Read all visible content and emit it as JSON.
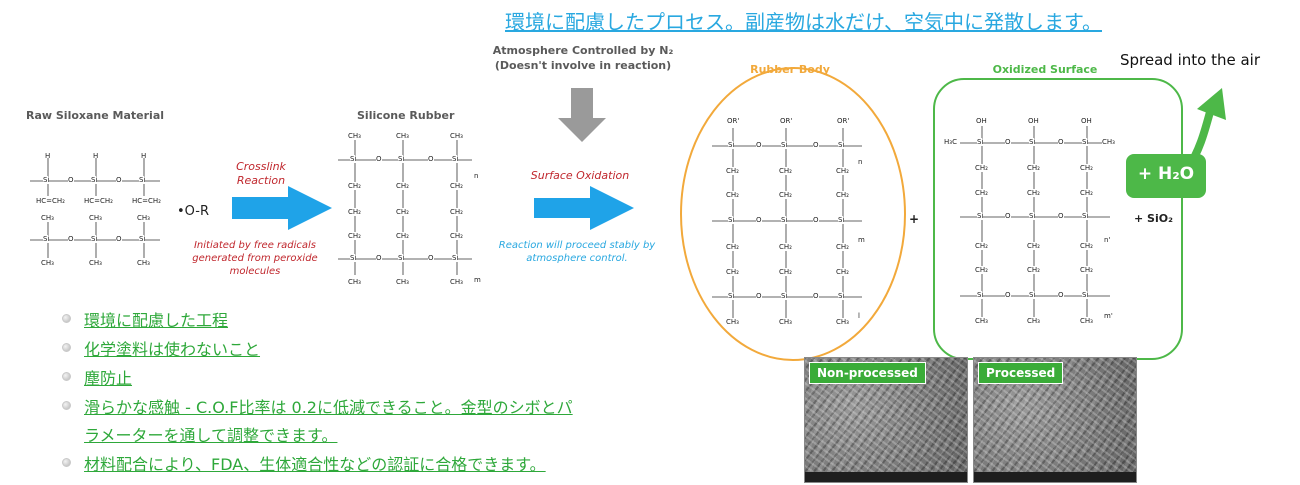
{
  "header": {
    "title": "環境に配慮したプロセス。副産物は水だけ、空気中に発散します。",
    "spread_label": "Spread into the air"
  },
  "stage_raw": {
    "label": "Raw Siloxane Material",
    "radical": "•O-R"
  },
  "arrow_crosslink": {
    "label": "Crosslink Reaction",
    "note": "Initiated by free radicals generated from peroxide molecules"
  },
  "stage_silicone": {
    "label": "Silicone Rubber"
  },
  "atmosphere": {
    "label": "Atmosphere Controlled by N₂",
    "sublabel": "(Doesn't involve in reaction)"
  },
  "arrow_oxidation": {
    "label": "Surface Oxidation",
    "note": "Reaction will proceed stably by atmosphere control."
  },
  "rubber_body": {
    "label": "Rubber Body"
  },
  "oxidized_surface": {
    "label": "Oxidized Surface"
  },
  "plus": "+",
  "water": "+ H₂O",
  "silica": "+ SiO₂",
  "chem_text": {
    "h": "H",
    "si": "Si",
    "o": "O",
    "vinyl": "HC=CH₂",
    "ch3": "CH₃",
    "ch2": "CH₂",
    "or": "OR'",
    "oh": "OH",
    "h3c": "H₃C",
    "n": "n",
    "m": "m",
    "l": "l",
    "n_prime": "n'",
    "m_prime": "m'"
  },
  "sem_images": [
    {
      "label": "Non-processed"
    },
    {
      "label": "Processed"
    }
  ],
  "bullets": [
    "環境に配慮した工程",
    "化学塗料は使わないこと",
    "塵防止",
    "滑らかな感触 - C.O.F比率は 0.2に低減できること。金型のシボとパ",
    "ラメーターを通して調整できます。",
    "材料配合により、FDA、生体適合性などの認証に合格できます。"
  ],
  "colors": {
    "title_blue": "#29a8e0",
    "arrow_blue": "#1fa3e8",
    "crosslink_red": "#c0272d",
    "rubber_orange": "#f2a93b",
    "oxidized_green": "#4db848",
    "bullet_green": "#2ea83a"
  }
}
